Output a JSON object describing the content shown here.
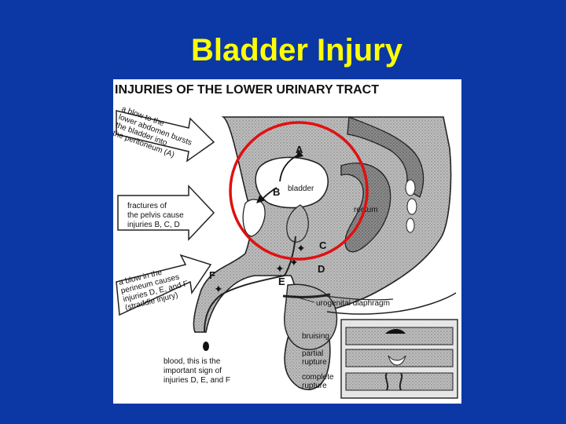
{
  "slide": {
    "title": "Bladder Injury",
    "background_color": "#0c38a6",
    "title_color": "#ffff00",
    "highlight_color": "#e01010"
  },
  "diagram": {
    "heading": "INJURIES OF THE LOWER URINARY TRACT",
    "arrow_top": [
      "a blow to the",
      "lower abdomen bursts",
      "the bladder into",
      "the peritoneum (A)"
    ],
    "arrow_middle": [
      "fractures of",
      "the pelvis cause",
      "injuries B, C, D"
    ],
    "arrow_bottom": [
      "a blow in the",
      "perineum causes",
      "injuries D, E, and F",
      "(straddle injury)"
    ],
    "points": {
      "a": "A",
      "b": "B",
      "c": "C",
      "d": "D",
      "e": "E",
      "f": "F"
    },
    "labels": {
      "bladder": "bladder",
      "rectum": "rectum",
      "urogenital_diaphragm": "urogenital diaphragm",
      "blood_note": [
        "blood, this is the",
        "important sign of",
        "injuries D, E, and F"
      ]
    },
    "inset": {
      "bruising": "bruising",
      "partial": [
        "partial",
        "rupture"
      ],
      "complete": [
        "complete",
        "rupture"
      ]
    }
  }
}
